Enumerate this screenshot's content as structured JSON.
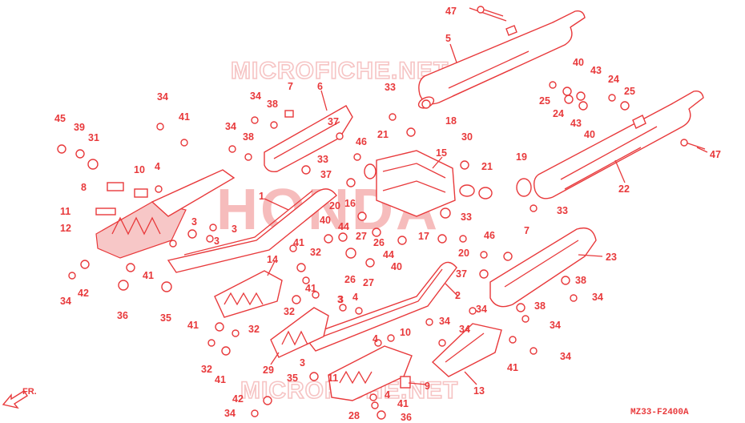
{
  "diagram": {
    "watermark_brand": "HONDA",
    "watermark_site": "MICROFICHE.NET",
    "drawing_code": "MZ33-F2400A",
    "direction_label": "FR.",
    "part_labels": [
      {
        "text": "47"
      },
      {
        "text": "5"
      },
      {
        "text": "40"
      },
      {
        "text": "43"
      },
      {
        "text": "24"
      },
      {
        "text": "25"
      },
      {
        "text": "25"
      },
      {
        "text": "24"
      },
      {
        "text": "43"
      },
      {
        "text": "40"
      },
      {
        "text": "47"
      },
      {
        "text": "22"
      },
      {
        "text": "33"
      },
      {
        "text": "18"
      },
      {
        "text": "21"
      },
      {
        "text": "30"
      },
      {
        "text": "15"
      },
      {
        "text": "19"
      },
      {
        "text": "21"
      },
      {
        "text": "7"
      },
      {
        "text": "6"
      },
      {
        "text": "34"
      },
      {
        "text": "38"
      },
      {
        "text": "34"
      },
      {
        "text": "41"
      },
      {
        "text": "34"
      },
      {
        "text": "45"
      },
      {
        "text": "39"
      },
      {
        "text": "31"
      },
      {
        "text": "38"
      },
      {
        "text": "37"
      },
      {
        "text": "46"
      },
      {
        "text": "33"
      },
      {
        "text": "37"
      },
      {
        "text": "10"
      },
      {
        "text": "4"
      },
      {
        "text": "8"
      },
      {
        "text": "11"
      },
      {
        "text": "12"
      },
      {
        "text": "1"
      },
      {
        "text": "20"
      },
      {
        "text": "16"
      },
      {
        "text": "3"
      },
      {
        "text": "3"
      },
      {
        "text": "3"
      },
      {
        "text": "40"
      },
      {
        "text": "44"
      },
      {
        "text": "27"
      },
      {
        "text": "26"
      },
      {
        "text": "44"
      },
      {
        "text": "40"
      },
      {
        "text": "33"
      },
      {
        "text": "17"
      },
      {
        "text": "20"
      },
      {
        "text": "37"
      },
      {
        "text": "46"
      },
      {
        "text": "7"
      },
      {
        "text": "33"
      },
      {
        "text": "23"
      },
      {
        "text": "38"
      },
      {
        "text": "34"
      },
      {
        "text": "38"
      },
      {
        "text": "34"
      },
      {
        "text": "34"
      },
      {
        "text": "41"
      },
      {
        "text": "34"
      },
      {
        "text": "2"
      },
      {
        "text": "34"
      },
      {
        "text": "34"
      },
      {
        "text": "26"
      },
      {
        "text": "27"
      },
      {
        "text": "14"
      },
      {
        "text": "41"
      },
      {
        "text": "32"
      },
      {
        "text": "41"
      },
      {
        "text": "32"
      },
      {
        "text": "3"
      },
      {
        "text": "4"
      },
      {
        "text": "41"
      },
      {
        "text": "34"
      },
      {
        "text": "42"
      },
      {
        "text": "36"
      },
      {
        "text": "35"
      },
      {
        "text": "41"
      },
      {
        "text": "32"
      },
      {
        "text": "32"
      },
      {
        "text": "41"
      },
      {
        "text": "29"
      },
      {
        "text": "3"
      },
      {
        "text": "3"
      },
      {
        "text": "4"
      },
      {
        "text": "10"
      },
      {
        "text": "35"
      },
      {
        "text": "11"
      },
      {
        "text": "9"
      },
      {
        "text": "13"
      },
      {
        "text": "42"
      },
      {
        "text": "4"
      },
      {
        "text": "41"
      },
      {
        "text": "34"
      },
      {
        "text": "28"
      },
      {
        "text": "36"
      }
    ]
  }
}
